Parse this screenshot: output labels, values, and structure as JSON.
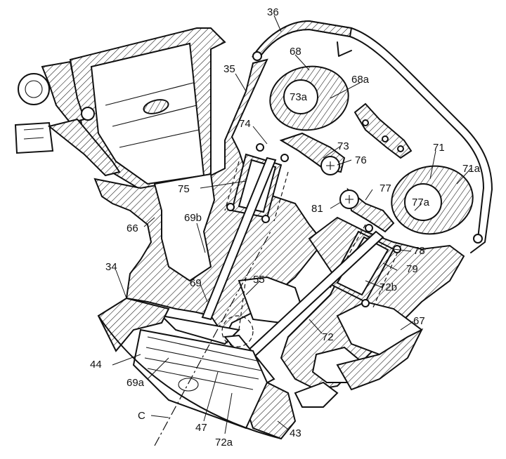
{
  "labels": {
    "l36": "36",
    "l68": "68",
    "l68a": "68a",
    "l35": "35",
    "l73a": "73a",
    "l74": "74",
    "l73": "73",
    "l76": "76",
    "l71": "71",
    "l71a": "71a",
    "l75": "75",
    "l77": "77",
    "l81": "81",
    "l77a": "77a",
    "l66": "66",
    "l69b": "69b",
    "l78": "78",
    "l34": "34",
    "l79": "79",
    "l55": "55",
    "l69": "69",
    "l72b": "72b",
    "l67": "67",
    "l72": "72",
    "l44": "44",
    "l69a": "69a",
    "lC": "C",
    "l47": "47",
    "l72a": "72a",
    "l43": "43"
  }
}
